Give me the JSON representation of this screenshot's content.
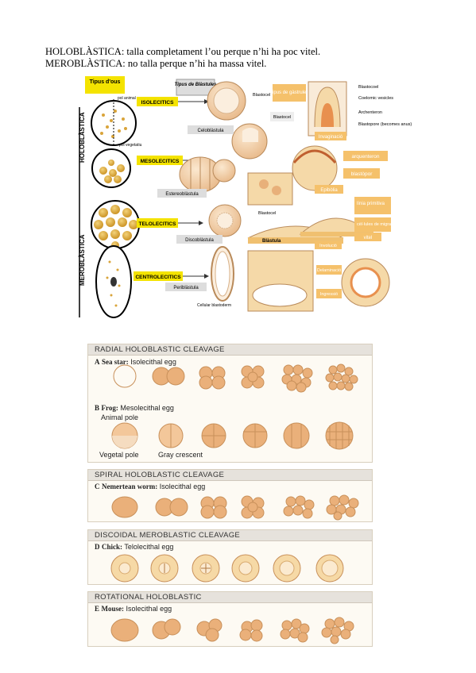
{
  "intro": {
    "line1": "HOLOBLÀSTICA: talla completament l’ou perque n’hi ha poc vitel.",
    "line2": "MEROBLÀSTICA: no talla perque n’hi ha massa vitel."
  },
  "figure1": {
    "tipus_ous": "Tipus d'ous",
    "holoblastica": "HOLOBLÀSTICA",
    "meroblastica": "MEROBLÀSTICA",
    "pol_animal": "pol animal",
    "pol_vegetatiu": "pol vegetatiu",
    "isolecitics": "ISOLECITICS",
    "mesolecitics": "MESOLECITICS",
    "telolecitics": "TELOLECITICS",
    "centrolecitics": "CENTROLECITICS",
    "tipus_blastules": "Tipus de Blàstules",
    "blastocel": "Blastocel",
    "celoblastula": "Celoblàstula",
    "estereoblastula": "Estereoblàstula",
    "discoblastula": "Discoblàstula",
    "periblastula": "Periblàstula",
    "cellular_blastoderm": "Cellular blastoderm",
    "blastocel2": "Blastocel",
    "blastula": "Blàstula",
    "tipus_gastrules": "Tipus de gàstrules",
    "blastocoel": "Blastocoel",
    "coelomic": "Coelomic vesicles",
    "archenteron": "Archenteron",
    "blastopore": "Blastopore (becomes anus)",
    "invaginacio": "Invaginació",
    "arquenteron": "arquenteron",
    "blastopor": "blastòpor",
    "epibolia": "Epibòlia",
    "linia": "línia primitiva",
    "cellules": "cèl·lules de migració",
    "vitel": "vitel",
    "involucio": "Involució",
    "delaminacio": "Delaminació",
    "ingressio": "Ingressió"
  },
  "panels": [
    {
      "header": "RADIAL HOLOBLASTIC CLEAVAGE",
      "rows": [
        {
          "letter": "A",
          "name": "Sea star:",
          "egg": "Isolecithal egg"
        },
        {
          "letter": "B",
          "name": "Frog:",
          "egg": "Mesolecithal egg"
        }
      ]
    },
    {
      "header": "SPIRAL HOLOBLASTIC CLEAVAGE",
      "rows": [
        {
          "letter": "C",
          "name": "Nemertean worm:",
          "egg": "Isolecithal egg"
        }
      ]
    },
    {
      "header": "DISCOIDAL MEROBLASTIC CLEAVAGE",
      "rows": [
        {
          "letter": "D",
          "name": "Chick:",
          "egg": "Telolecithal egg"
        }
      ]
    },
    {
      "header": "ROTATIONAL HOLOBLASTIC",
      "rows": [
        {
          "letter": "E",
          "name": "Mouse:",
          "egg": "Isolecithal egg"
        }
      ]
    }
  ],
  "frog_labels": {
    "animal": "Animal pole",
    "vegetal": "Vegetal pole",
    "gray": "Gray crescent"
  },
  "colors": {
    "yolk": "#d9a43a",
    "egg": "#eab07a",
    "panel_header": "#e6e2dc",
    "label_bg": "#f5c16b",
    "yellow_tag": "#f4e300"
  }
}
